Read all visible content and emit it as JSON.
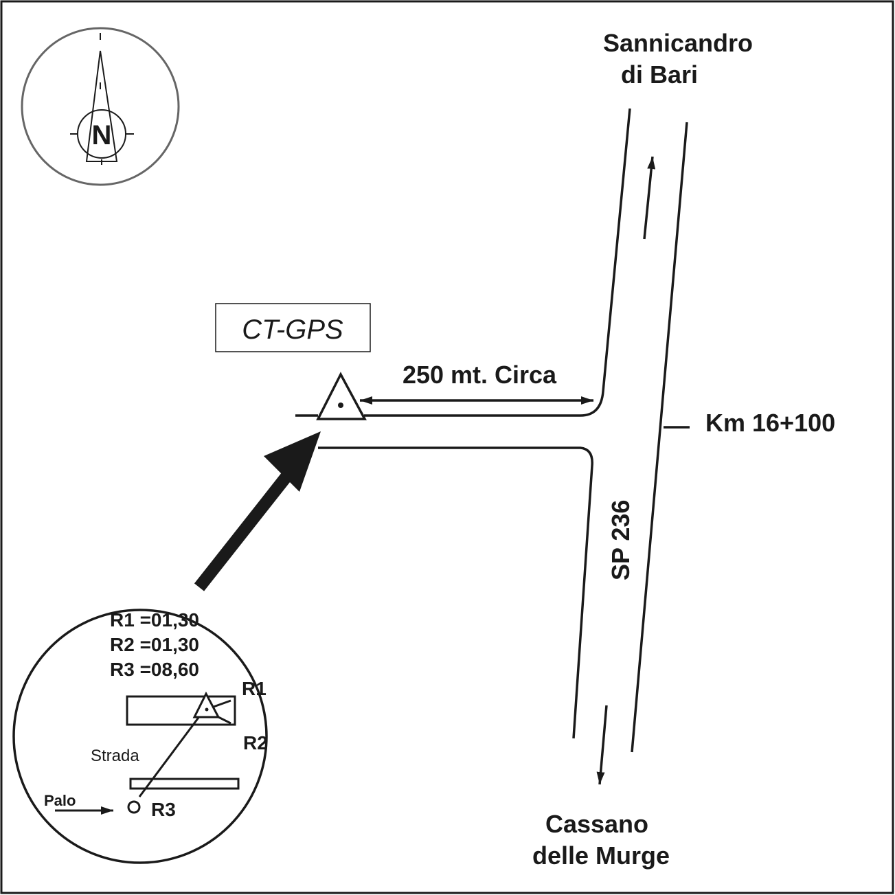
{
  "compass": {
    "letter": "N"
  },
  "destinations": {
    "north_line1": "Sannicandro",
    "north_line2": "di Bari",
    "south_line1": "Cassano",
    "south_line2": "delle Murge"
  },
  "station_label": "CT-GPS",
  "distance_label": "250 mt. Circa",
  "km_marker": "Km 16+100",
  "road_name": "SP 236",
  "inset": {
    "r1": "R1 =01,30",
    "r2": "R2 =01,30",
    "r3": "R3 =08,60",
    "label_r1": "R1",
    "label_r2": "R2",
    "label_r3": "R3",
    "strada": "Strada",
    "palo": "Palo"
  }
}
